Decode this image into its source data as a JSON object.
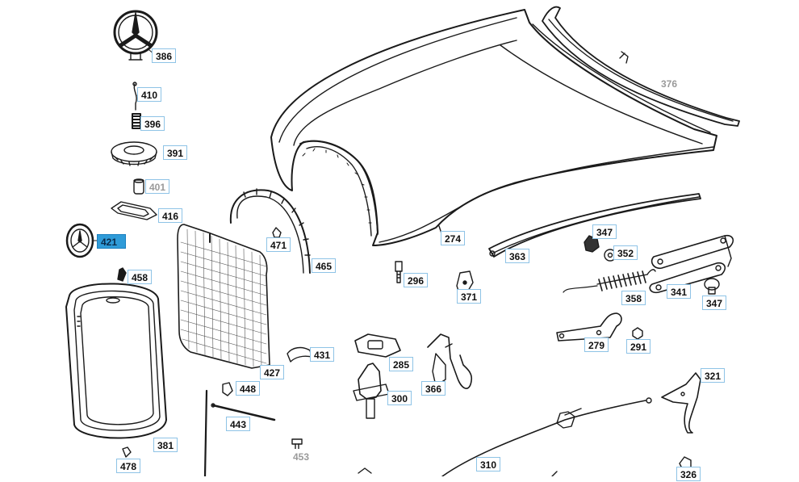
{
  "diagram": {
    "labels": [
      {
        "id": "386",
        "text": "386"
      },
      {
        "id": "410",
        "text": "410"
      },
      {
        "id": "396",
        "text": "396"
      },
      {
        "id": "391",
        "text": "391"
      },
      {
        "id": "401",
        "text": "401",
        "muted": true
      },
      {
        "id": "416",
        "text": "416"
      },
      {
        "id": "421",
        "text": "421",
        "selected": true
      },
      {
        "id": "458",
        "text": "458"
      },
      {
        "id": "471",
        "text": "471"
      },
      {
        "id": "465",
        "text": "465"
      },
      {
        "id": "274",
        "text": "274"
      },
      {
        "id": "376",
        "text": "376",
        "muted": true
      },
      {
        "id": "296",
        "text": "296"
      },
      {
        "id": "371",
        "text": "371"
      },
      {
        "id": "363",
        "text": "363"
      },
      {
        "id": "347a",
        "text": "347"
      },
      {
        "id": "352",
        "text": "352"
      },
      {
        "id": "358",
        "text": "358"
      },
      {
        "id": "341",
        "text": "341"
      },
      {
        "id": "347b",
        "text": "347"
      },
      {
        "id": "279",
        "text": "279"
      },
      {
        "id": "291",
        "text": "291"
      },
      {
        "id": "431",
        "text": "431"
      },
      {
        "id": "427",
        "text": "427"
      },
      {
        "id": "448",
        "text": "448"
      },
      {
        "id": "443",
        "text": "443"
      },
      {
        "id": "285",
        "text": "285"
      },
      {
        "id": "300",
        "text": "300"
      },
      {
        "id": "366",
        "text": "366"
      },
      {
        "id": "321",
        "text": "321"
      },
      {
        "id": "381",
        "text": "381"
      },
      {
        "id": "478",
        "text": "478"
      },
      {
        "id": "453",
        "text": "453",
        "muted": true
      },
      {
        "id": "310",
        "text": "310"
      },
      {
        "id": "326",
        "text": "326"
      }
    ],
    "colors": {
      "label_border": "#8ec3e6",
      "selected": "#2f9bd8",
      "muted_text": "#9a9a9a",
      "line": "#1a1a1a"
    }
  }
}
